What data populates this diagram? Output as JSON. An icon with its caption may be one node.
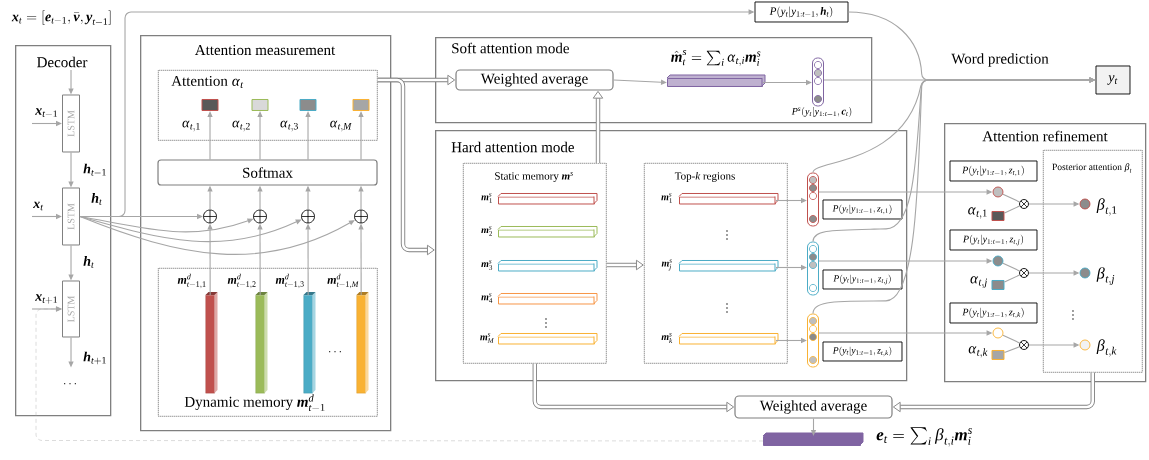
{
  "diagram": {
    "nodes": [
      {
        "text": [
          "Decoder"
        ]
      },
      {
        "text": [
          "LSTM"
        ],
        "in": 0
      },
      {
        "text": [
          "LSTM"
        ],
        "in": 0,
        "beside": [
          "\\textbf{\\textit{h}}_t"
        ]
      },
      {
        "text": [
          "LSTM"
        ],
        "in": 0
      },
      {
        "text": [
          "Attention measurement"
        ]
      },
      {
        "text": [
          "\\text{Attention } \\alpha_t"
        ],
        "in": 4
      },
      {
        "text": [],
        "shape": "box",
        "in": 5
      },
      {
        "text": [],
        "shape": "box",
        "in": 5
      },
      {
        "text": [],
        "shape": "box",
        "in": 5
      },
      {
        "text": [],
        "shape": "box",
        "in": 5
      },
      {
        "text": [
          "Softmax"
        ],
        "in": 4
      },
      {
        "text": [],
        "shape": "circle",
        "in": 4
      },
      {
        "text": [],
        "shape": "circle",
        "in": 4
      },
      {
        "text": [],
        "shape": "circle",
        "in": 4
      },
      {
        "text": [],
        "shape": "circle",
        "in": 4
      },
      {
        "text": [
          "\\text{Dynamic memory } \\textbf{\\textit{m}}^{d}_{t-1}"
        ],
        "in": 4
      },
      {
        "text": [],
        "shape": "bar",
        "in": 15,
        "beside": [
          "\\textbf{\\textit{m}}^{d}_{t-1,1}"
        ]
      },
      {
        "text": [],
        "shape": "bar",
        "in": 15,
        "beside": [
          "\\textbf{\\textit{m}}^{d}_{t-1,2}"
        ]
      },
      {
        "text": [],
        "shape": "bar",
        "in": 15,
        "beside": [
          "\\textbf{\\textit{m}}^{d}_{t-1,3}"
        ]
      },
      {
        "text": [],
        "shape": "bar",
        "in": 15,
        "beside": [
          "\\textbf{\\textit{m}}^{d}_{t-1,M}"
        ]
      },
      {
        "text": [
          "Soft attention mode"
        ]
      },
      {
        "text": [
          "Weighted average"
        ],
        "in": 20
      },
      {
        "text": [],
        "shape": "bar",
        "in": 20,
        "beside": [
          "\\hat{\\textbf{\\textit{m}}}^{s}_{t} = \\sum_{i} \\alpha_{t,i} \\textbf{\\textit{m}}^{s}_{i}"
        ]
      },
      {
        "text": [],
        "shape": "box",
        "in": 20,
        "beside": [
          "P^{s}(y_t|y_{1:t-1},\\textbf{\\textit{c}}_t)"
        ]
      },
      {
        "text": [
          "P(y_t|y_{1:t-1},\\textbf{\\textit{h}}_t)"
        ]
      },
      {
        "text": [
          "y_t"
        ]
      },
      {
        "text": [
          "Hard attention mode"
        ]
      },
      {
        "text": [
          "\\text{Static memory } \\textbf{\\textit{m}}^{s}"
        ],
        "in": 26
      },
      {
        "text": [],
        "shape": "bar",
        "in": 27,
        "beside": [
          "\\textbf{\\textit{m}}^{s}_{1}"
        ]
      },
      {
        "text": [],
        "shape": "bar",
        "in": 27,
        "beside": [
          "\\textbf{\\textit{m}}^{s}_{2}"
        ]
      },
      {
        "text": [],
        "shape": "bar",
        "in": 27,
        "beside": [
          "\\textbf{\\textit{m}}^{s}_{3}"
        ]
      },
      {
        "text": [],
        "shape": "bar",
        "in": 27,
        "beside": [
          "\\textbf{\\textit{m}}^{s}_{4}"
        ]
      },
      {
        "text": [],
        "shape": "bar",
        "in": 27,
        "beside": [
          "\\textbf{\\textit{m}}^{s}_{M}"
        ]
      },
      {
        "text": [
          "\\text{Top-}k\\text{ regions}"
        ],
        "in": 26
      },
      {
        "text": [],
        "shape": "bar",
        "in": 33,
        "beside": [
          "\\textbf{\\textit{m}}^{s}_{1}"
        ]
      },
      {
        "text": [],
        "shape": "bar",
        "in": 33,
        "beside": [
          "\\textbf{\\textit{m}}^{s}_{j}"
        ]
      },
      {
        "text": [],
        "shape": "bar",
        "in": 33,
        "beside": [
          "\\textbf{\\textit{m}}^{s}_{k}"
        ]
      },
      {
        "text": [],
        "shape": "box",
        "in": 26
      },
      {
        "text": [],
        "shape": "box",
        "in": 26
      },
      {
        "text": [],
        "shape": "box",
        "in": 26
      },
      {
        "text": [
          "P(y_t|y_{1:t-1}, z_{t,1})"
        ],
        "in": 26
      },
      {
        "text": [
          "P(y_t|y_{1:t-1}, z_{t,j})"
        ],
        "in": 26
      },
      {
        "text": [
          "P(y_t|y_{1:t-1}, z_{t,k})"
        ],
        "in": 26
      },
      {
        "text": [
          "Attention refinement"
        ]
      },
      {
        "text": [
          "\\text{Posterior attention } \\beta_t"
        ],
        "in": 43
      },
      {
        "text": [
          "P(y_t|y_{1:t-1}, z_{t,1})"
        ],
        "in": 43
      },
      {
        "text": [
          "P(y_t|y_{1:t-1}, z_{t,j})"
        ],
        "in": 43
      },
      {
        "text": [
          "P(y_t|y_{1:t-1}, z_{t,k})"
        ],
        "in": 43
      },
      {
        "text": [],
        "shape": "circle",
        "in": 43
      },
      {
        "text": [],
        "shape": "circle",
        "in": 43
      },
      {
        "text": [],
        "shape": "circle",
        "in": 43
      },
      {
        "text": [],
        "shape": "box",
        "in": 43,
        "beside": [
          "\\alpha_{t,1}"
        ]
      },
      {
        "text": [],
        "shape": "box",
        "in": 43,
        "beside": [
          "\\alpha_{t,j}"
        ]
      },
      {
        "text": [],
        "shape": "box",
        "in": 43,
        "beside": [
          "\\alpha_{t,k}"
        ]
      },
      {
        "text": [],
        "shape": "circle",
        "in": 43
      },
      {
        "text": [],
        "shape": "circle",
        "in": 43
      },
      {
        "text": [],
        "shape": "circle",
        "in": 43
      },
      {
        "text": [],
        "shape": "circle",
        "in": 44,
        "beside": [
          "\\beta_{t,1}"
        ]
      },
      {
        "text": [],
        "shape": "circle",
        "in": 44,
        "beside": [
          "\\beta_{t,j}"
        ]
      },
      {
        "text": [],
        "shape": "circle",
        "in": 44,
        "beside": [
          "\\beta_{t,k}"
        ]
      },
      {
        "text": [
          "Weighted average"
        ]
      },
      {
        "text": [],
        "shape": "bar",
        "beside": [
          "\\textbf{\\textit{e}}_t = \\sum_{i} \\beta_{t,i} \\textbf{\\textit{m}}^{s}_{i}"
        ]
      }
    ],
    "edges": [
      {
        "from": null,
        "to": 1,
        "arrow": "to"
      },
      {
        "from": null,
        "to": 1,
        "arrow": "to",
        "label": "\\textbf{\\textit{x}}_{t-1}"
      },
      {
        "from": 1,
        "to": 2,
        "arrow": "to",
        "label": "\\textbf{\\textit{h}}_{t-1}"
      },
      {
        "from": null,
        "to": 2,
        "arrow": "to",
        "label": "\\textbf{\\textit{x}}_{t}"
      },
      {
        "from": 2,
        "to": 3,
        "arrow": "to",
        "label": "\\textbf{\\textit{h}}_{t}"
      },
      {
        "from": null,
        "to": 3,
        "arrow": "to",
        "label": "\\textbf{\\textit{x}}_{t+1}"
      },
      {
        "from": 3,
        "to": null,
        "arrow": "to",
        "label": "\\textbf{\\textit{h}}_{t+1}"
      },
      {
        "from": 2,
        "to": 11,
        "arrow": "to"
      },
      {
        "from": 2,
        "to": 12,
        "arrow": "to"
      },
      {
        "from": 2,
        "to": 13,
        "arrow": "to"
      },
      {
        "from": 2,
        "to": 14,
        "arrow": "to"
      },
      {
        "from": 16,
        "to": 11,
        "arrow": "to"
      },
      {
        "from": 17,
        "to": 12,
        "arrow": "to"
      },
      {
        "from": 18,
        "to": 13,
        "arrow": "to"
      },
      {
        "from": 19,
        "to": 14,
        "arrow": "to"
      },
      {
        "from": 11,
        "to": 10,
        "arrow": "to"
      },
      {
        "from": 12,
        "to": 10,
        "arrow": "to"
      },
      {
        "from": 13,
        "to": 10,
        "arrow": "to"
      },
      {
        "from": 14,
        "to": 10,
        "arrow": "to"
      },
      {
        "from": 10,
        "to": 6,
        "arrow": "to",
        "label": "\\alpha_{t,1}"
      },
      {
        "from": 10,
        "to": 7,
        "arrow": "to",
        "label": "\\alpha_{t,2}"
      },
      {
        "from": 10,
        "to": 8,
        "arrow": "to",
        "label": "\\alpha_{t,3}"
      },
      {
        "from": 10,
        "to": 9,
        "arrow": "to",
        "label": "\\alpha_{t,M}"
      },
      {
        "from": 2,
        "to": 24,
        "arrow": "to"
      },
      {
        "from": 5,
        "to": 21,
        "arrow": "to",
        "style": "thick"
      },
      {
        "from": 5,
        "to": 26,
        "arrow": "to",
        "style": "thick"
      },
      {
        "from": 27,
        "to": 21,
        "arrow": "to",
        "style": "thick"
      },
      {
        "from": 27,
        "to": 33,
        "arrow": "to",
        "style": "thick"
      },
      {
        "from": 27,
        "to": 60,
        "arrow": "to",
        "style": "thick"
      },
      {
        "from": 44,
        "to": 60,
        "arrow": "to",
        "style": "thick"
      },
      {
        "from": 21,
        "to": 22,
        "arrow": "to"
      },
      {
        "from": 22,
        "to": 23,
        "arrow": "to"
      },
      {
        "from": 23,
        "to": 25,
        "arrow": "to"
      },
      {
        "from": 24,
        "to": 25,
        "arrow": "to"
      },
      {
        "from": 37,
        "to": 25,
        "arrow": "to"
      },
      {
        "from": 38,
        "to": 25,
        "arrow": "to"
      },
      {
        "from": 39,
        "to": 25,
        "arrow": "to"
      },
      {
        "from": 34,
        "to": 37,
        "arrow": "to"
      },
      {
        "from": 35,
        "to": 38,
        "arrow": "to"
      },
      {
        "from": 36,
        "to": 39,
        "arrow": "to"
      },
      {
        "from": 37,
        "to": 48,
        "arrow": "to"
      },
      {
        "from": 38,
        "to": 49,
        "arrow": "to"
      },
      {
        "from": 39,
        "to": 50,
        "arrow": "to"
      },
      {
        "from": 48,
        "to": 54,
        "arrow": "none"
      },
      {
        "from": 49,
        "to": 55,
        "arrow": "none"
      },
      {
        "from": 50,
        "to": 56,
        "arrow": "none"
      },
      {
        "from": 51,
        "to": 54,
        "arrow": "none"
      },
      {
        "from": 52,
        "to": 55,
        "arrow": "none"
      },
      {
        "from": 53,
        "to": 56,
        "arrow": "none"
      },
      {
        "from": 54,
        "to": 57,
        "arrow": "to"
      },
      {
        "from": 55,
        "to": 58,
        "arrow": "to"
      },
      {
        "from": 56,
        "to": 59,
        "arrow": "to"
      },
      {
        "from": 60,
        "to": 61,
        "arrow": "to"
      },
      {
        "from": 61,
        "to": 3,
        "arrow": "to",
        "style": "dashed"
      }
    ],
    "labels": [
      "\\textbf{\\textit{x}}_t=[\\textbf{\\textit{e}}_{t-1}, \\bar{\\textbf{\\textit{v}}}, \\textbf{\\textit{y}}_{t-1}]",
      "Word prediction",
      "\\cdots",
      "\\cdots",
      "\\vdots",
      "\\vdots",
      "\\vdots",
      "\\vdots"
    ]
  }
}
